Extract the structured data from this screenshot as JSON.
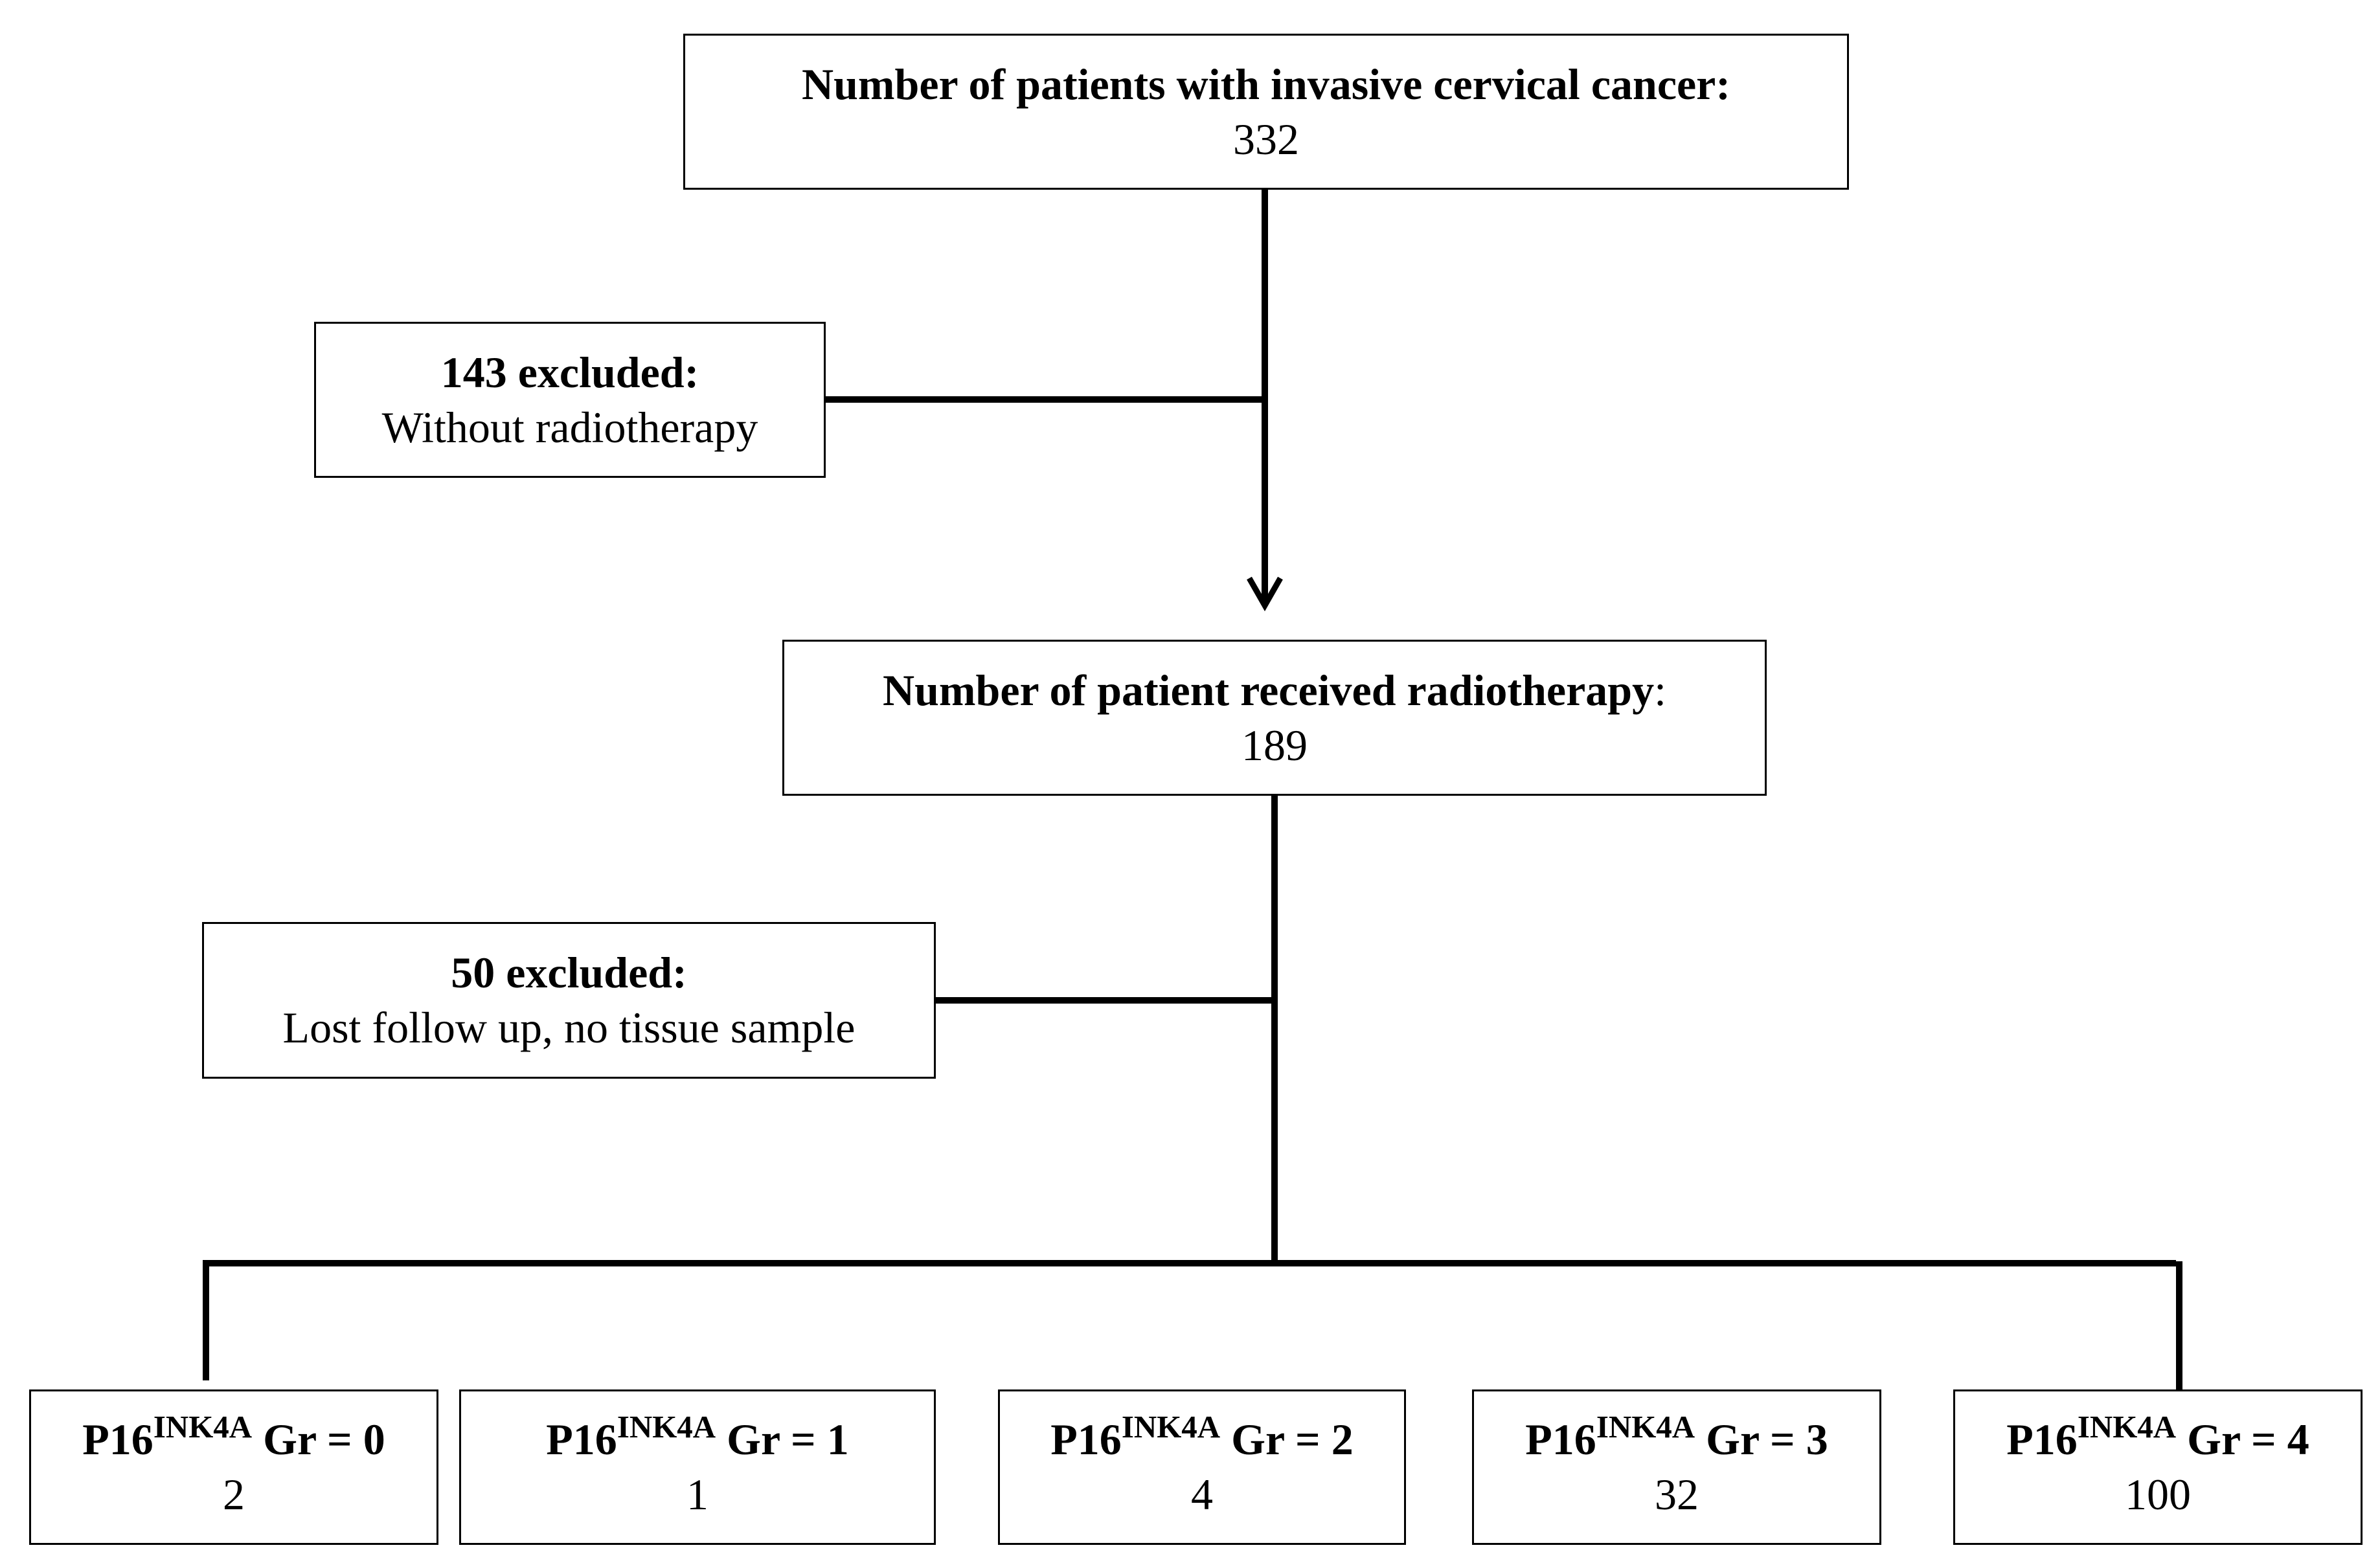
{
  "boxes": {
    "total": {
      "label": "Number of  patients with invasive cervical cancer:",
      "value": "332"
    },
    "excluded1": {
      "label": "143 excluded:",
      "reason": "Without radiotherapy"
    },
    "radiotherapy": {
      "label": "Number of patient received radiotherapy",
      "colon": ":",
      "value": "189"
    },
    "excluded2": {
      "label": "50 excluded:",
      "reason": "Lost follow up, no tissue sample"
    }
  },
  "grades": [
    {
      "prefix": "P16",
      "sup": "INK4A",
      "grade": " Gr = 0",
      "value": "2"
    },
    {
      "prefix": "P16",
      "sup": "INK4A",
      "grade": " Gr = 1",
      "value": "1"
    },
    {
      "prefix": "P16",
      "sup": "INK4A",
      "grade": " Gr = 2",
      "value": "4"
    },
    {
      "prefix": "P16",
      "sup": "INK4A",
      "grade": " Gr = 3",
      "value": "32"
    },
    {
      "prefix": "P16",
      "sup": "INK4A",
      "grade": " Gr = 4",
      "value": "100"
    }
  ],
  "colors": {
    "line": "#000000",
    "box_border": "#000000",
    "background": "#ffffff"
  }
}
